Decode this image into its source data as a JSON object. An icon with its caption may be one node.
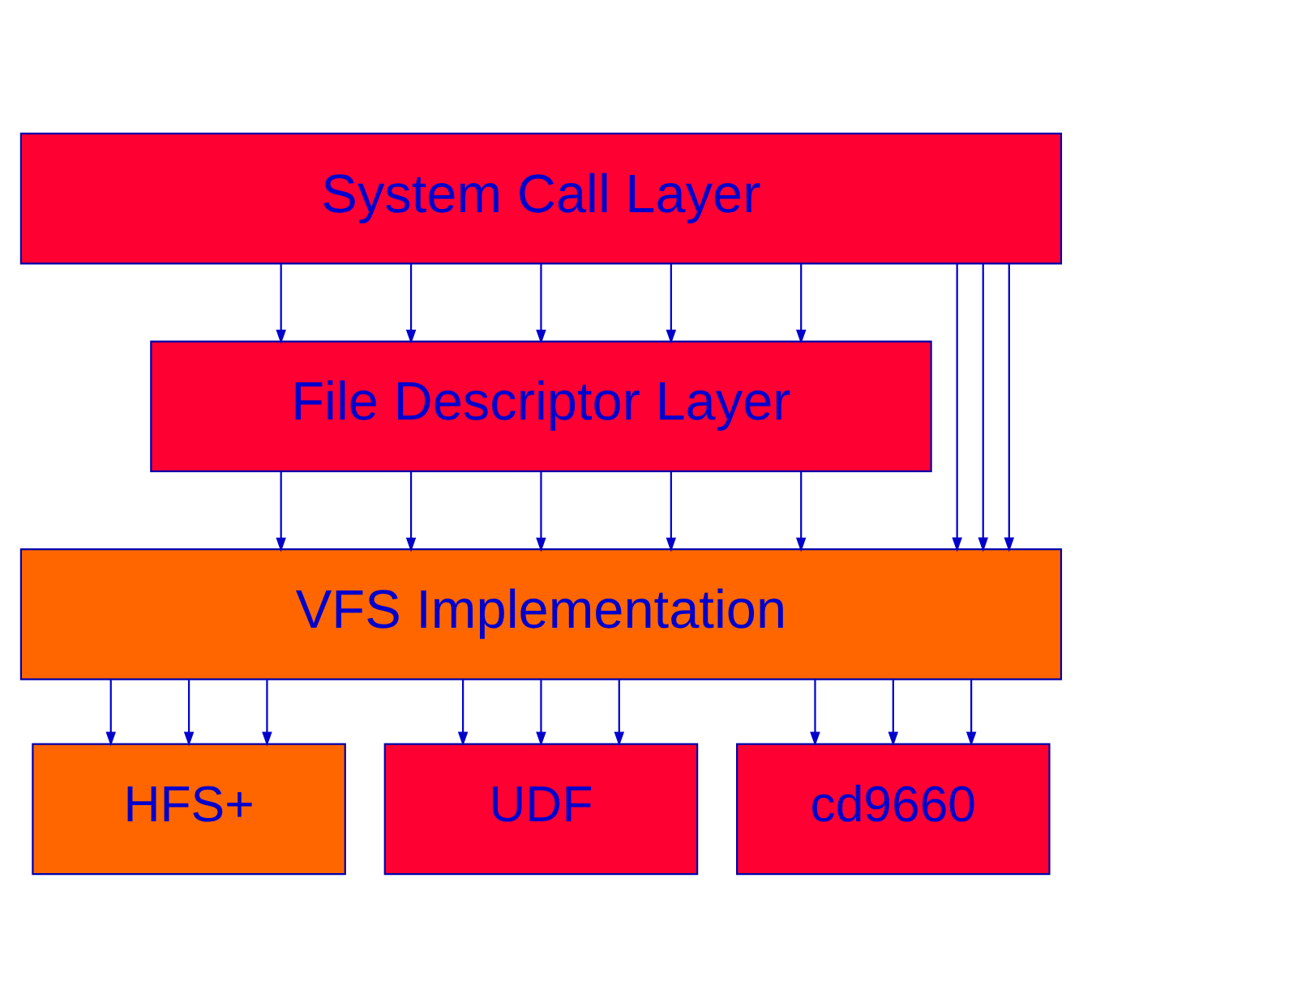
{
  "diagram": {
    "nodes": [
      {
        "text": [
          "System Call Layer"
        ]
      },
      {
        "text": [
          "File Descriptor Layer"
        ]
      },
      {
        "text": [
          "VFS Implementation"
        ]
      },
      {
        "text": [
          "HFS+"
        ]
      },
      {
        "text": [
          "UDF"
        ]
      },
      {
        "text": [
          "cd9660"
        ]
      }
    ],
    "edges": [
      {
        "from": 0,
        "to": 1,
        "arrow": "to"
      },
      {
        "from": 0,
        "to": 1,
        "arrow": "to"
      },
      {
        "from": 0,
        "to": 1,
        "arrow": "to"
      },
      {
        "from": 0,
        "to": 1,
        "arrow": "to"
      },
      {
        "from": 0,
        "to": 1,
        "arrow": "to"
      },
      {
        "from": 0,
        "to": 2,
        "arrow": "to"
      },
      {
        "from": 0,
        "to": 2,
        "arrow": "to"
      },
      {
        "from": 0,
        "to": 2,
        "arrow": "to"
      },
      {
        "from": 1,
        "to": 2,
        "arrow": "to"
      },
      {
        "from": 1,
        "to": 2,
        "arrow": "to"
      },
      {
        "from": 1,
        "to": 2,
        "arrow": "to"
      },
      {
        "from": 1,
        "to": 2,
        "arrow": "to"
      },
      {
        "from": 1,
        "to": 2,
        "arrow": "to"
      },
      {
        "from": 2,
        "to": 3,
        "arrow": "to"
      },
      {
        "from": 2,
        "to": 3,
        "arrow": "to"
      },
      {
        "from": 2,
        "to": 3,
        "arrow": "to"
      },
      {
        "from": 2,
        "to": 4,
        "arrow": "to"
      },
      {
        "from": 2,
        "to": 4,
        "arrow": "to"
      },
      {
        "from": 2,
        "to": 4,
        "arrow": "to"
      },
      {
        "from": 2,
        "to": 5,
        "arrow": "to"
      },
      {
        "from": 2,
        "to": 5,
        "arrow": "to"
      },
      {
        "from": 2,
        "to": 5,
        "arrow": "to"
      }
    ]
  }
}
